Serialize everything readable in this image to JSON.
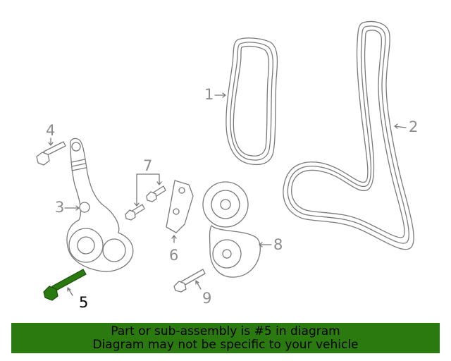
{
  "diagram": {
    "callouts": [
      {
        "number": "1",
        "highlighted": false
      },
      {
        "number": "2",
        "highlighted": false
      },
      {
        "number": "3",
        "highlighted": false
      },
      {
        "number": "4",
        "highlighted": false
      },
      {
        "number": "5",
        "highlighted": true
      },
      {
        "number": "6",
        "highlighted": false
      },
      {
        "number": "7",
        "highlighted": false
      },
      {
        "number": "8",
        "highlighted": false
      },
      {
        "number": "9",
        "highlighted": false
      }
    ],
    "highlight_color": "#2a7a10",
    "line_color": "#7a7a7a"
  },
  "banner": {
    "line1": "Part or sub-assembly is #5 in diagram",
    "line2": "Diagram may not be specific to your vehicle",
    "background": "#2a7a10"
  }
}
